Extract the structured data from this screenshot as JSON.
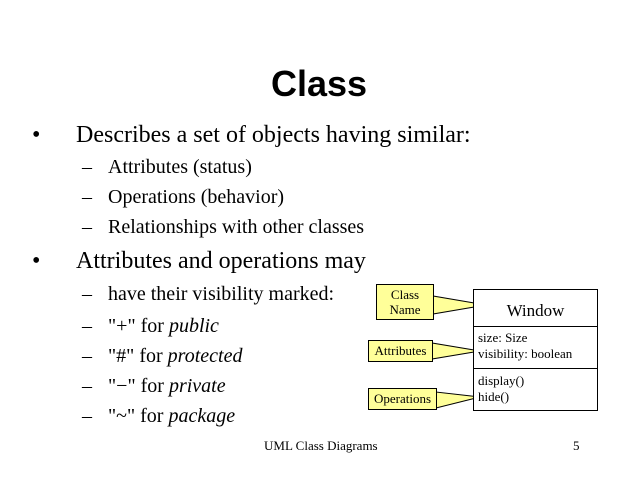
{
  "slide": {
    "title": "Class",
    "bullets": [
      {
        "text": "Describes a set of objects having similar:",
        "subs": [
          "Attributes (status)",
          "Operations (behavior)",
          "Relationships with other classes"
        ]
      },
      {
        "text": "Attributes and operations may",
        "subs": [
          {
            "pre": "have their visibility marked:",
            "em": ""
          },
          {
            "pre": "\"+\" for ",
            "em": "public"
          },
          {
            "pre": "\"#\" for ",
            "em": "protected"
          },
          {
            "pre": "\"−\" for ",
            "em": "private"
          },
          {
            "pre": "\"~\" for ",
            "em": "package"
          }
        ]
      }
    ],
    "bullet_glyph": "•",
    "dash_glyph": "–"
  },
  "diagram": {
    "callouts": {
      "class_name_line1": "Class",
      "class_name_line2": "Name",
      "attributes": "Attributes",
      "operations": "Operations"
    },
    "class_box": {
      "name": "Window",
      "attributes": [
        "size: Size",
        "visibility: boolean"
      ],
      "operations": [
        "display()",
        "hide()"
      ]
    },
    "callout_color": "#ffff99"
  },
  "footer": {
    "center": "UML Class Diagrams",
    "page": "5"
  }
}
